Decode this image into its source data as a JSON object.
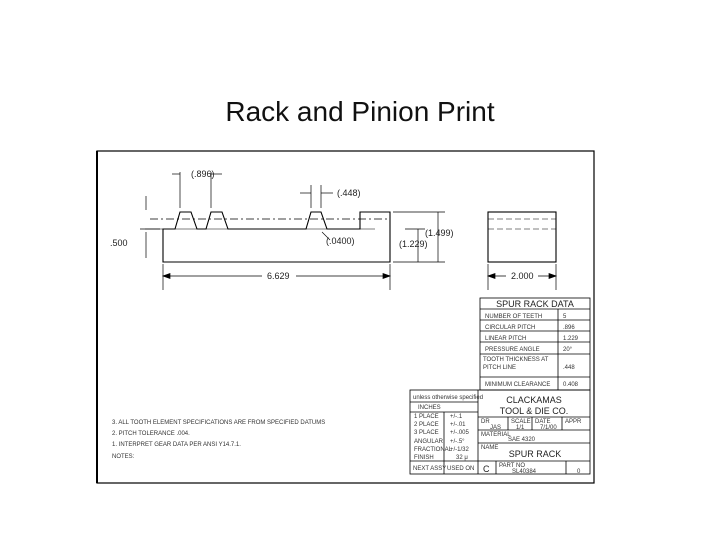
{
  "slide": {
    "title": "Rack and Pinion Print"
  },
  "dimensions": {
    "pitch": "(.896)",
    "tooth_thickness": "(.448)",
    "total_height": "(1.499)",
    "pitch_line_height": "(1.229)",
    "tooth_root": "(.0400)",
    "overall_height": ".500",
    "length": "6.629",
    "width": "2.000"
  },
  "data_table": {
    "title": "SPUR RACK DATA",
    "rows": [
      {
        "label": "NUMBER OF TEETH",
        "value": "5"
      },
      {
        "label": "CIRCULAR PITCH",
        "value": ".896"
      },
      {
        "label": "LINEAR PITCH",
        "value": "1.229"
      },
      {
        "label": "PRESSURE ANGLE",
        "value": "20°"
      },
      {
        "label": "TOOTH THICKNESS AT PITCH LINE",
        "value": ".448"
      },
      {
        "label": "MINIMUM CLEARANCE",
        "value": "0.408"
      }
    ]
  },
  "notes": {
    "header": "NOTES:",
    "items": [
      "3. ALL TOOTH ELEMENT SPECIFICATIONS ARE FROM SPECIFIED DATUMS",
      "2. PITCH TOLERANCE .004.",
      "1. INTERPRET GEAR DATA PER ANSI Y14.7.1."
    ]
  },
  "tolerances": {
    "header": "unless otherwise specified",
    "units": "INCHES",
    "rows": [
      {
        "label": "1 PLACE",
        "value": "+/-.1"
      },
      {
        "label": "2 PLACE",
        "value": "+/-.01"
      },
      {
        "label": "3 PLACE",
        "value": "+/-.005"
      },
      {
        "label": "ANGULAR",
        "value": "+/-.5°"
      },
      {
        "label": "FRACTIONAL",
        "value": "+/-1/32"
      },
      {
        "label": "FINISH",
        "value": "32 μ"
      }
    ]
  },
  "title_block": {
    "company_line1": "CLACKAMAS",
    "company_line2": "TOOL & DIE CO.",
    "drawn_label": "DR",
    "drawn_by": "JAS",
    "scale_label": "SCALE",
    "scale": "1/1",
    "date_label": "DATE",
    "date": "7/1/00",
    "rev_label": "APPR",
    "material_label": "MATERIAL",
    "material": "SAE 4320",
    "name_label": "NAME",
    "part_name": "SPUR RACK",
    "next_assy_label": "NEXT ASSY",
    "used_on_label": "USED ON",
    "size": "C",
    "part_label": "PART NO",
    "part_no": "SL40384",
    "rev": "0"
  }
}
